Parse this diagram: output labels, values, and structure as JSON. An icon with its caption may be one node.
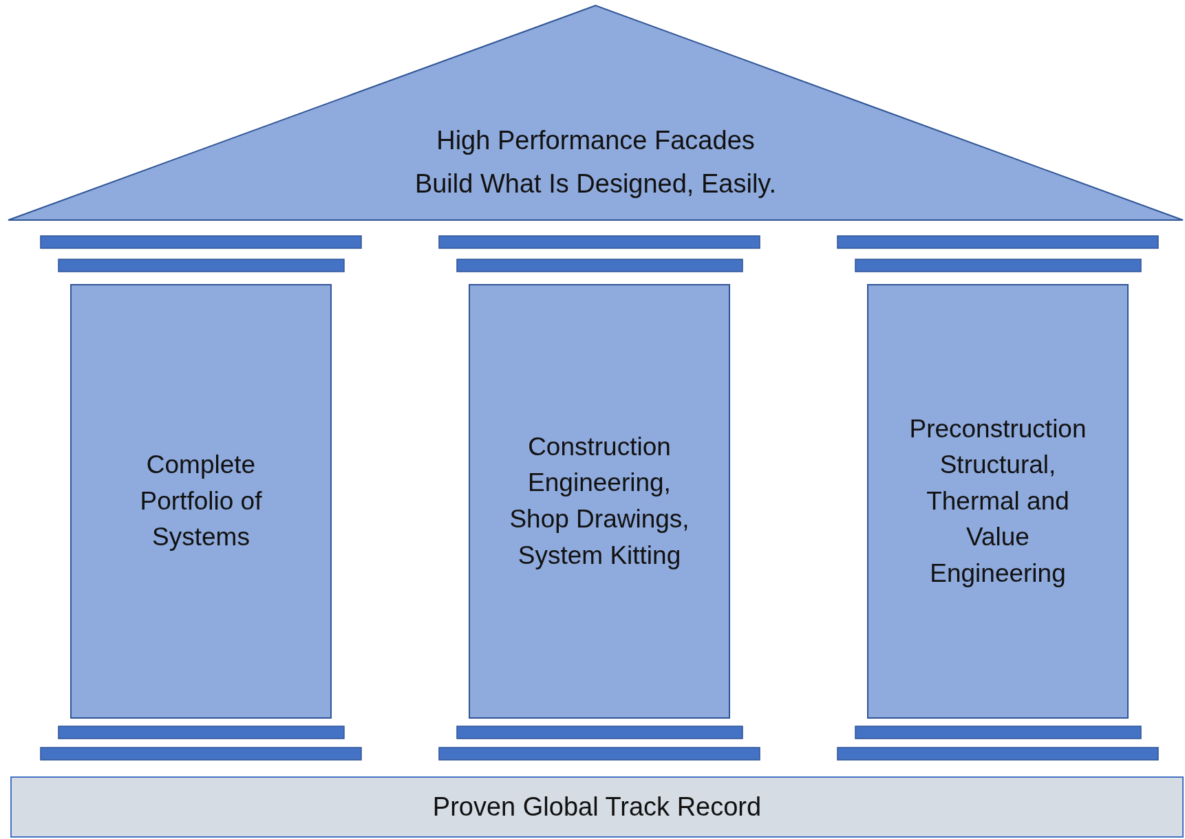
{
  "diagram": {
    "nodes": [
      {
        "text": [
          "High Performance Facades",
          "Build What Is Designed, Easily."
        ]
      },
      {
        "text": [
          "Complete Portfolio of Systems"
        ]
      },
      {
        "text": [
          "Construction Engineering, Shop Drawings, System Kitting"
        ]
      },
      {
        "text": [
          "Preconstruction Structural, Thermal and Value Engineering"
        ]
      },
      {
        "text": [
          "Proven Global Track Record"
        ]
      }
    ]
  }
}
